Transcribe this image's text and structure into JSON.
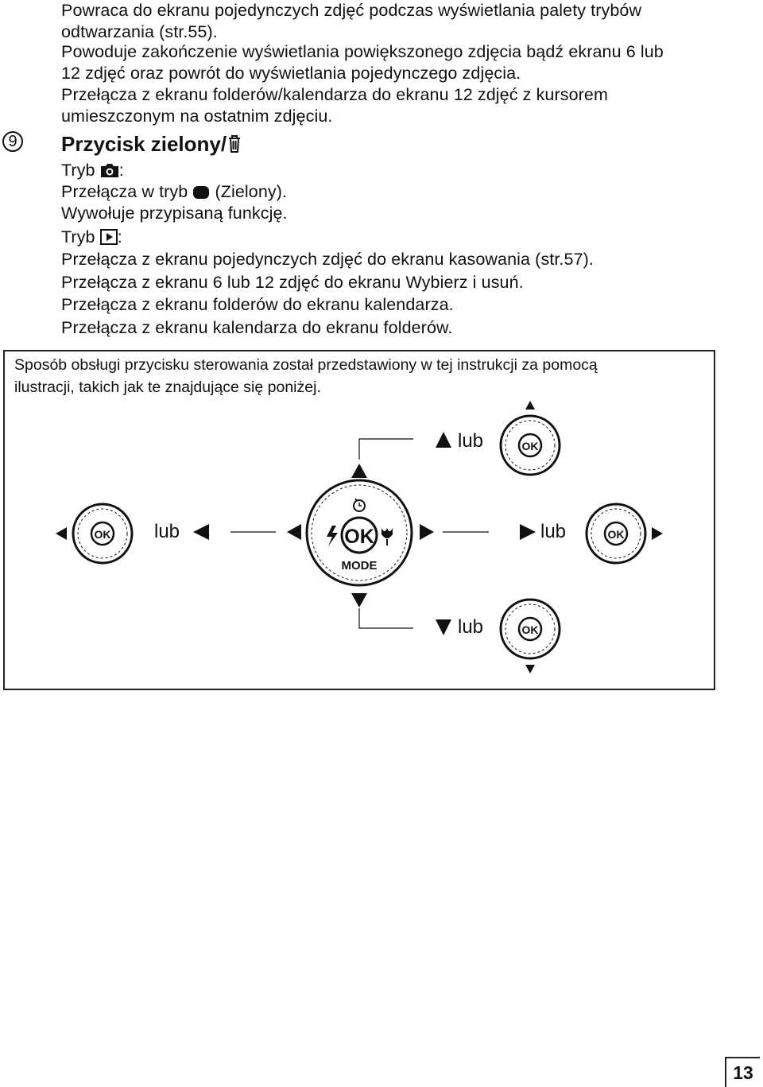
{
  "top_paragraphs": [
    "Powraca do ekranu pojedynczych zdjęć podczas wyświetlania palety trybów",
    "odtwarzania (str.55).",
    "Powoduje zakończenie wyświetlania powiększonego zdjęcia bądź ekranu 6 lub",
    "12 zdjęć oraz powrót do wyświetlania pojedynczego zdjęcia.",
    "Przełącza z ekranu folderów/kalendarza do ekranu 12 zdjęć z kursorem",
    "umieszczonym na ostatnim zdjęciu."
  ],
  "section": {
    "number": "9",
    "title": "Przycisk zielony/",
    "title_icon": "trash-icon",
    "capture_mode_label": "Tryb",
    "capture_mode_icon": "camera-icon",
    "colon": ":",
    "capture_lines": [
      {
        "prefix": "Przełącza w tryb",
        "icon": "green-mode-icon",
        "suffix": "(Zielony)."
      },
      {
        "text": "Wywołuje przypisaną funkcję."
      }
    ],
    "playback_mode_label": "Tryb",
    "playback_mode_icon": "playback-icon",
    "playback_lines": [
      "Przełącza z ekranu pojedynczych zdjęć do ekranu kasowania (str.57).",
      "Przełącza z ekranu 6 lub 12 zdjęć do ekranu Wybierz i usuń.",
      "Przełącza z ekranu folderów do ekranu kalendarza.",
      "Przełącza z ekranu kalendarza do ekranu folderów."
    ]
  },
  "info_box": {
    "lines": [
      "Sposób obsługi przycisku sterowania został przedstawiony w tej instrukcji za pomocą",
      "ilustracji, takich jak te znajdujące się poniżej."
    ],
    "ok_label": "OK",
    "mode_label": "MODE",
    "lub": "lub",
    "icons": [
      "arrow-up-icon",
      "arrow-down-icon",
      "arrow-left-icon",
      "arrow-right-icon",
      "self-timer-icon",
      "flash-icon",
      "macro-icon"
    ]
  },
  "page_number": "13"
}
